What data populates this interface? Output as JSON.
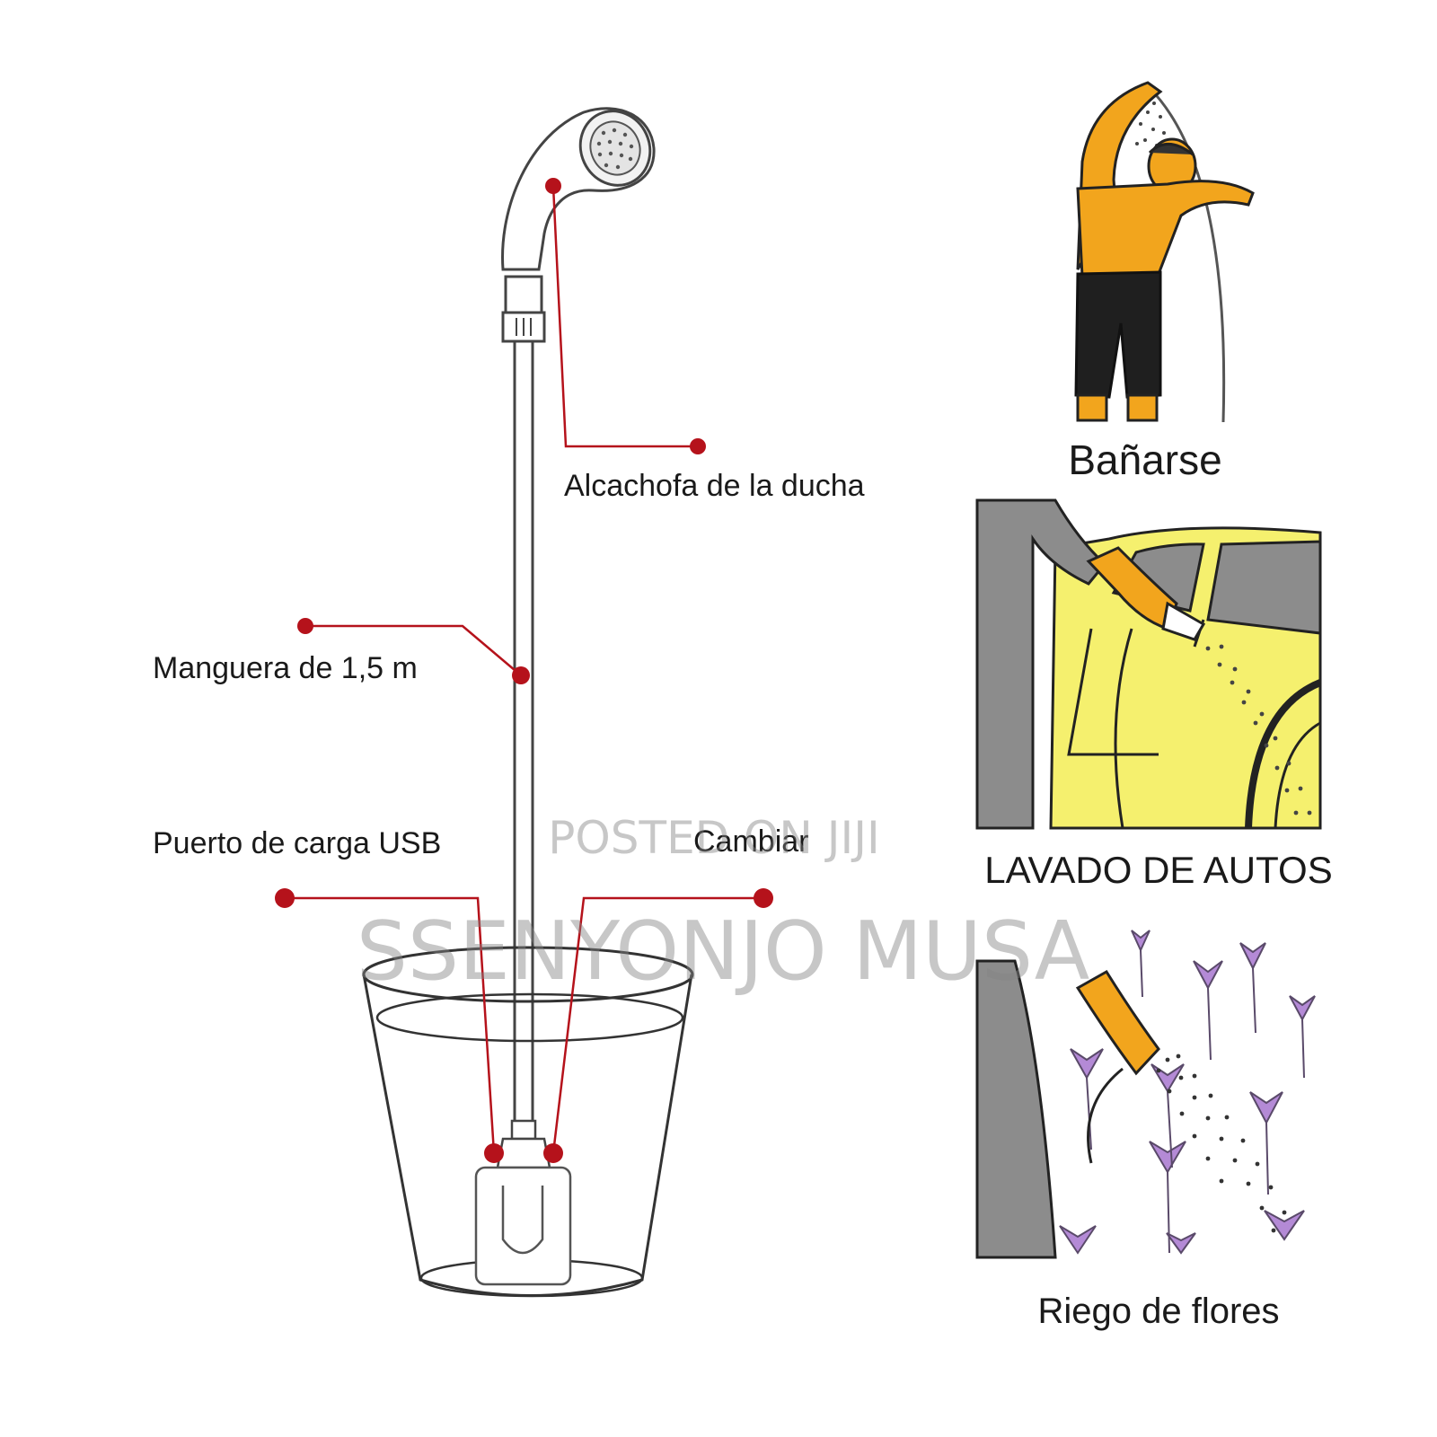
{
  "colors": {
    "accent": "#b5121b",
    "skin": "#f2a51d",
    "car": "#f5f06e",
    "flower": "#b48ad6",
    "sleeve": "#8c8c8c"
  },
  "diagram": {
    "labels": {
      "shower_head": "Alcachofa de la ducha",
      "hose": "Manguera de 1,5 m",
      "usb_port": "Puerto de carga USB",
      "switch": "Cambiar"
    }
  },
  "uses": [
    {
      "label": "Bañarse",
      "icon": "bathing-person-icon"
    },
    {
      "label": "LAVADO DE AUTOS",
      "icon": "car-wash-icon"
    },
    {
      "label": "Riego de flores",
      "icon": "watering-flowers-icon"
    }
  ],
  "watermark": {
    "line1": "POSTED ON JIJI",
    "line2": "SSENYONJO MUSA"
  }
}
